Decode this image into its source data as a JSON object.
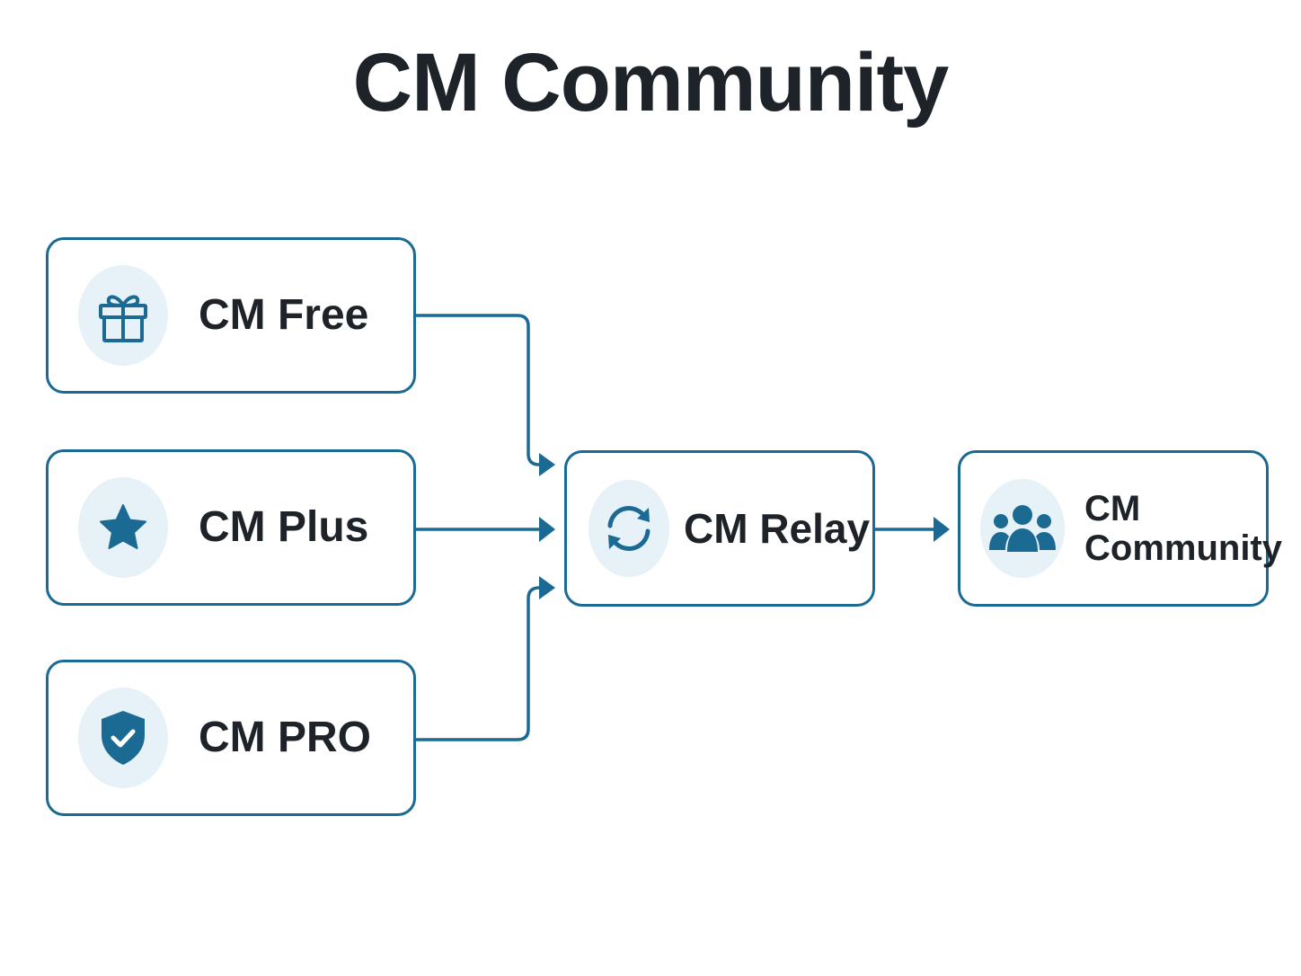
{
  "title": "CM Community",
  "nodes": {
    "free": {
      "label": "CM Free",
      "icon": "gift-icon"
    },
    "plus": {
      "label": "CM Plus",
      "icon": "star-icon"
    },
    "pro": {
      "label": "CM PRO",
      "icon": "shield-check-icon"
    },
    "relay": {
      "label": "CM Relay",
      "icon": "sync-arrows-icon"
    },
    "community": {
      "label": "CM Community",
      "icon": "users-group-icon"
    }
  },
  "edges": [
    {
      "from": "CM Free",
      "to": "CM Relay"
    },
    {
      "from": "CM Plus",
      "to": "CM Relay"
    },
    {
      "from": "CM PRO",
      "to": "CM Relay"
    },
    {
      "from": "CM Relay",
      "to": "CM Community"
    }
  ],
  "colors": {
    "accent": "#1b6a93",
    "icon_bg": "#e6f1f8",
    "text": "#1d2329"
  }
}
